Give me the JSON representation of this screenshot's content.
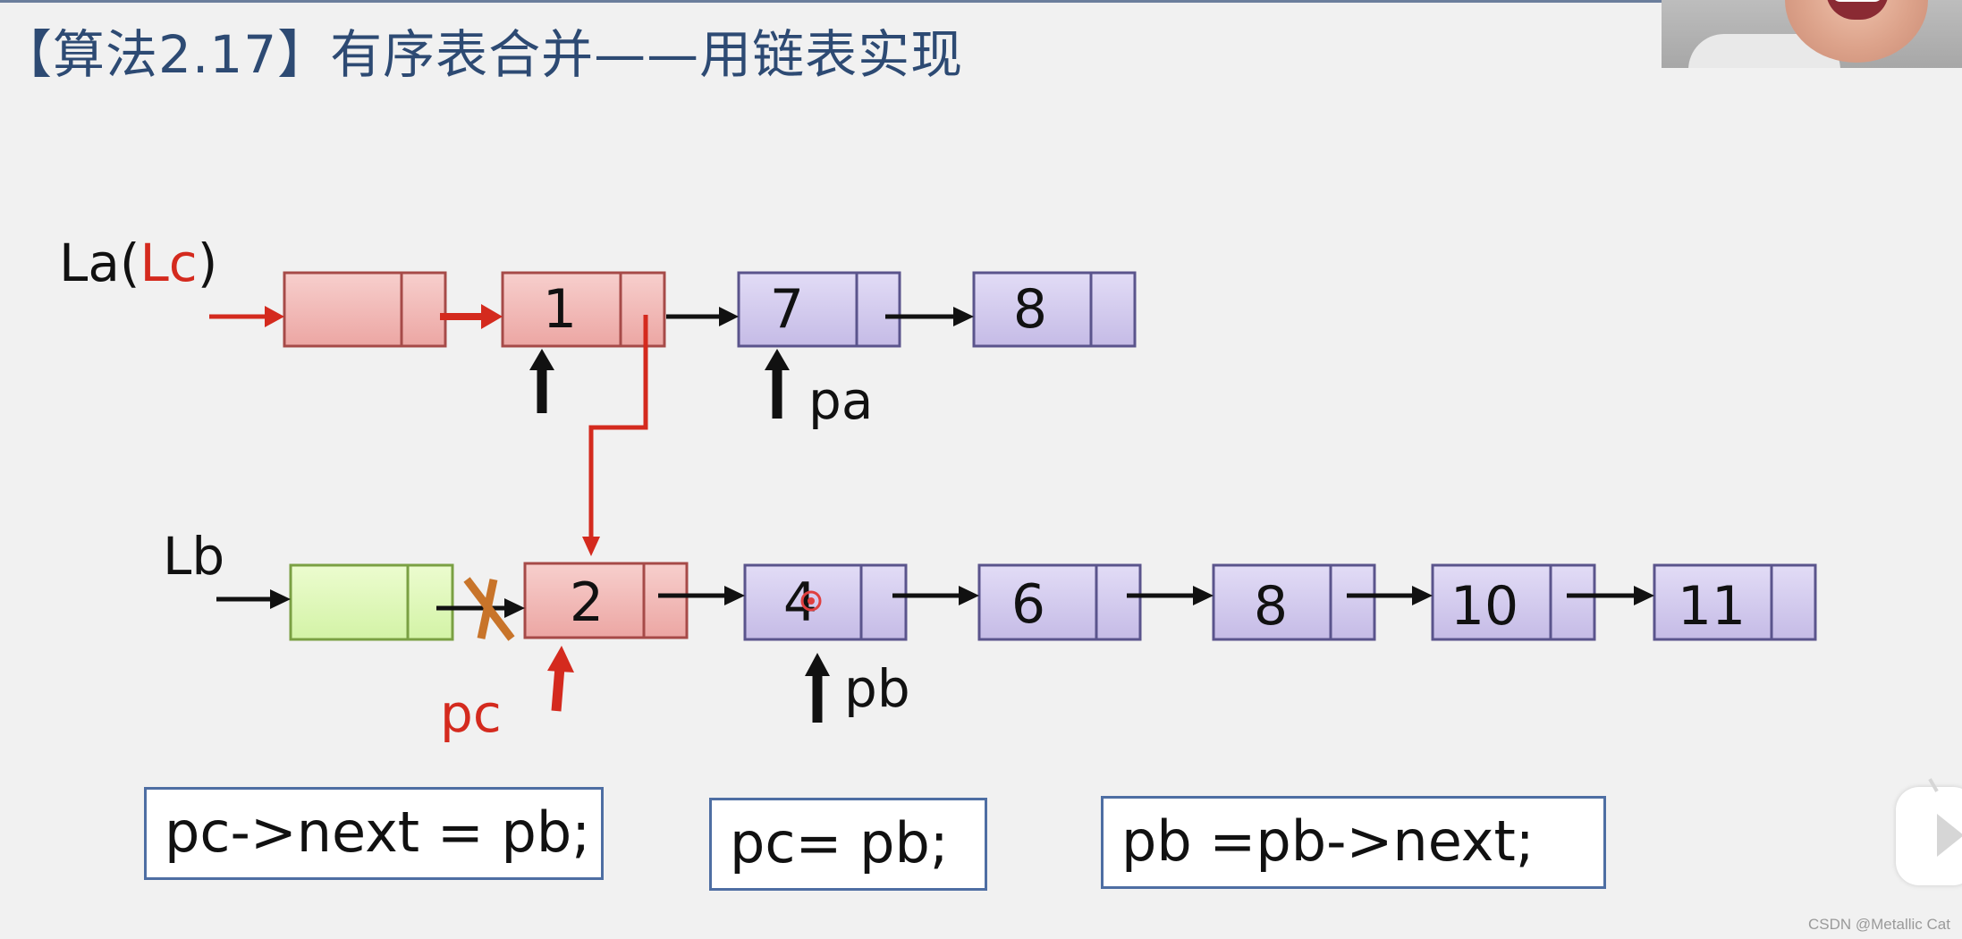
{
  "slide": {
    "title": "【算法2.17】有序表合并——用链表实现",
    "watermark": "CSDN @Metallic Cat"
  },
  "diagram": {
    "list_a": {
      "label_main": "La(",
      "label_highlight": "Lc",
      "label_close": ")",
      "nodes": [
        "",
        "1",
        "7",
        "8"
      ]
    },
    "list_b": {
      "label": "Lb",
      "nodes": [
        "",
        "2",
        "4",
        "6",
        "8",
        "10",
        "11"
      ]
    },
    "pointers": {
      "pa": "pa",
      "pb": "pb",
      "pc": "pc"
    },
    "colors": {
      "node_red": "#f2b7b5",
      "node_purple": "#d4cdee",
      "node_green": "#dcf7b8",
      "arrow_red": "#d42a1e",
      "arrow_black": "#111111",
      "cross_orange": "#c8742a"
    }
  },
  "code": {
    "step1": "pc->next = pb;",
    "step2": "pc= pb;",
    "step3": "pb =pb->next;"
  }
}
